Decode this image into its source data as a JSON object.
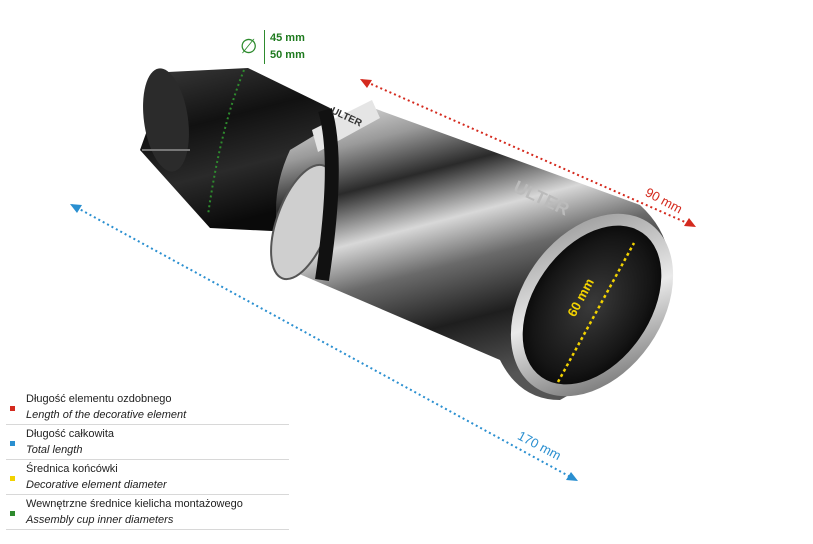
{
  "dimensions": {
    "decorative_length": "90 mm",
    "total_length": "170 mm",
    "tip_diameter": "60 mm",
    "inner_diameters": [
      "45 mm",
      "50 mm"
    ],
    "diameter_symbol": "∅"
  },
  "brand_marks": [
    "ULTER"
  ],
  "legend": [
    {
      "pl": "Długość elementu ozdobnego",
      "en": "Length of the decorative element",
      "color": "#d42a1e"
    },
    {
      "pl": "Długość całkowita",
      "en": "Total length",
      "color": "#2a8fd0"
    },
    {
      "pl": "Średnica końcówki",
      "en": "Decorative element diameter",
      "color": "#f2d200"
    },
    {
      "pl": "Wewnętrzne średnice kielicha montażowego",
      "en": "Assembly cup inner diameters",
      "color": "#2e8b2e"
    }
  ],
  "colors": {
    "red": "#d42a1e",
    "blue": "#2a8fd0",
    "yellow": "#f2d200",
    "green": "#2e8b2e"
  }
}
